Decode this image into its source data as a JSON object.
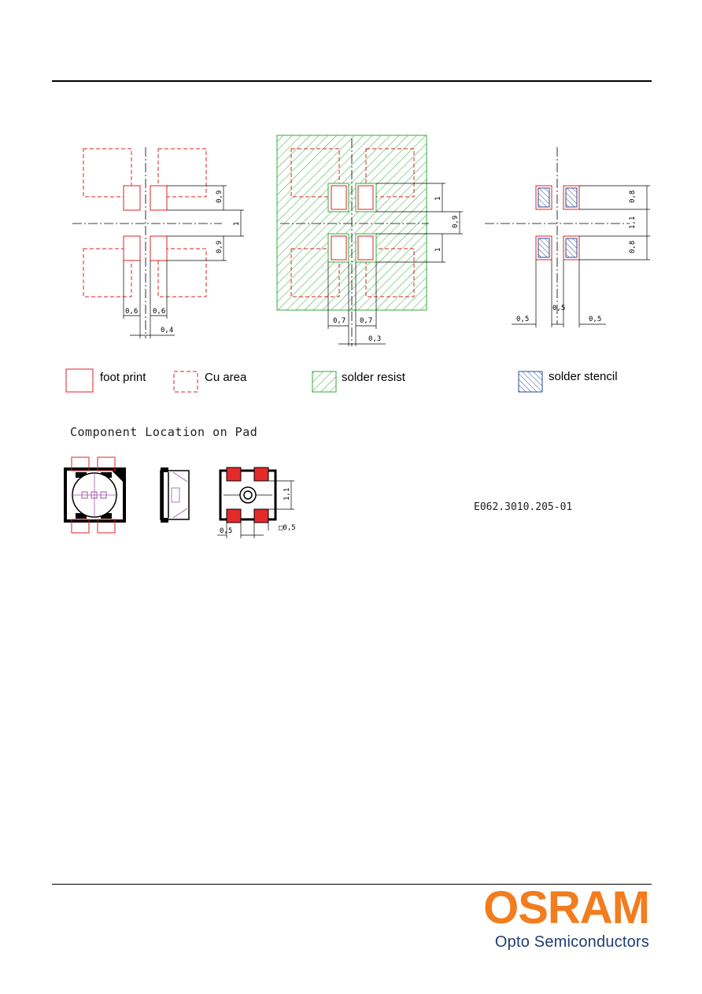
{
  "legend": {
    "foot_print": "foot print",
    "cu_area": "Cu area",
    "solder_resist": "solder resist",
    "solder_stencil": "solder stencil"
  },
  "caption": "Component Location on Pad",
  "document_id": "E062.3010.205-01",
  "brand": {
    "name": "OSRAM",
    "subtitle": "Opto Semiconductors"
  },
  "dimensions": {
    "footprint": [
      "0,9",
      "1",
      "0,9",
      "0,6",
      "0,6",
      "0,4"
    ],
    "solder_resist": [
      "1",
      "0,9",
      "1",
      "0,7",
      "0,7",
      "0,3"
    ],
    "stencil": [
      "0,8",
      "1,1",
      "0,8",
      "0,5",
      "0,5",
      "0,5"
    ],
    "component": [
      "1,1",
      "0,5",
      "□0,5"
    ]
  },
  "colors": {
    "footprint_red": "#e02020",
    "resist_green": "#2fae3a",
    "stencil_blue": "#2a4a9a",
    "brand_orange": "#f27c1e",
    "brand_blue": "#1d3f73"
  }
}
